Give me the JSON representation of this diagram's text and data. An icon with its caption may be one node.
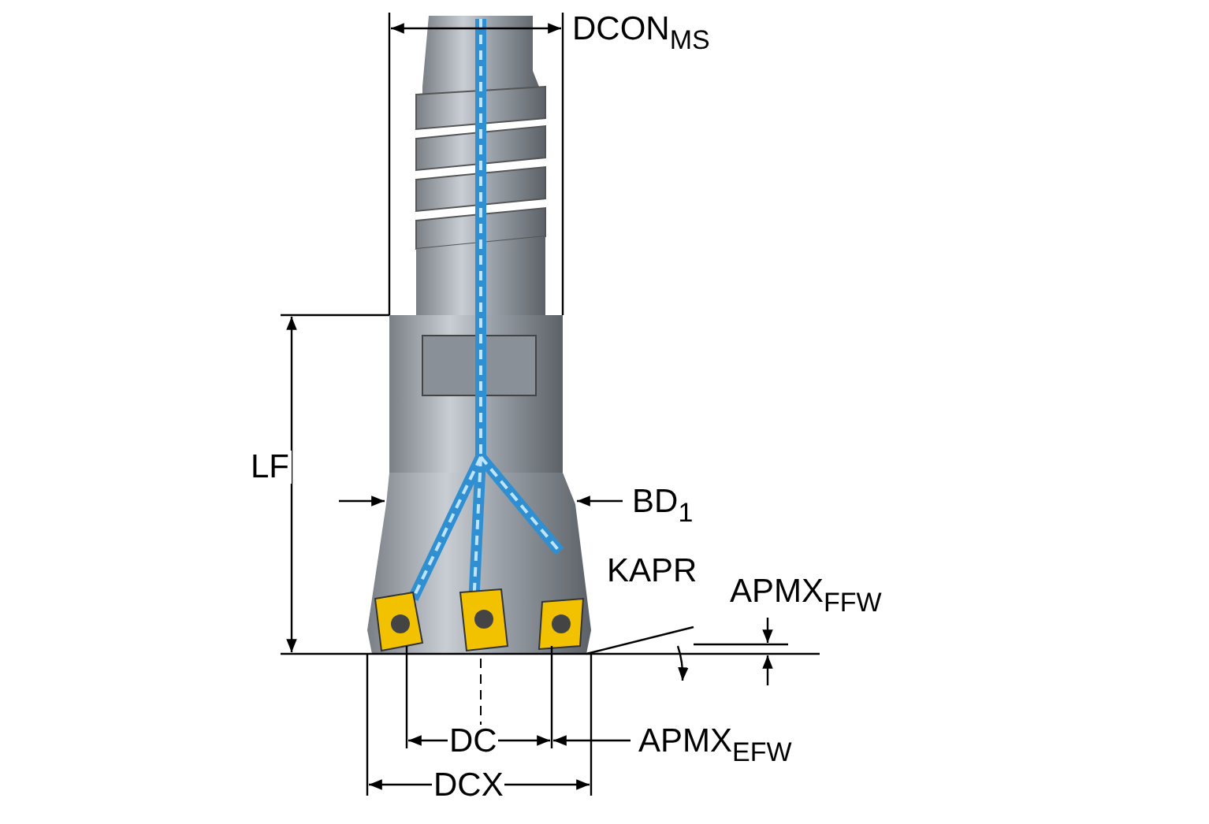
{
  "diagram": {
    "labels": [
      "DCON$_{MS}$",
      "LF",
      "BD$_{1}$",
      "KAPR",
      "APMX$_{FFW}$",
      "DC",
      "APMX$_{EFW}$",
      "DCX"
    ]
  }
}
